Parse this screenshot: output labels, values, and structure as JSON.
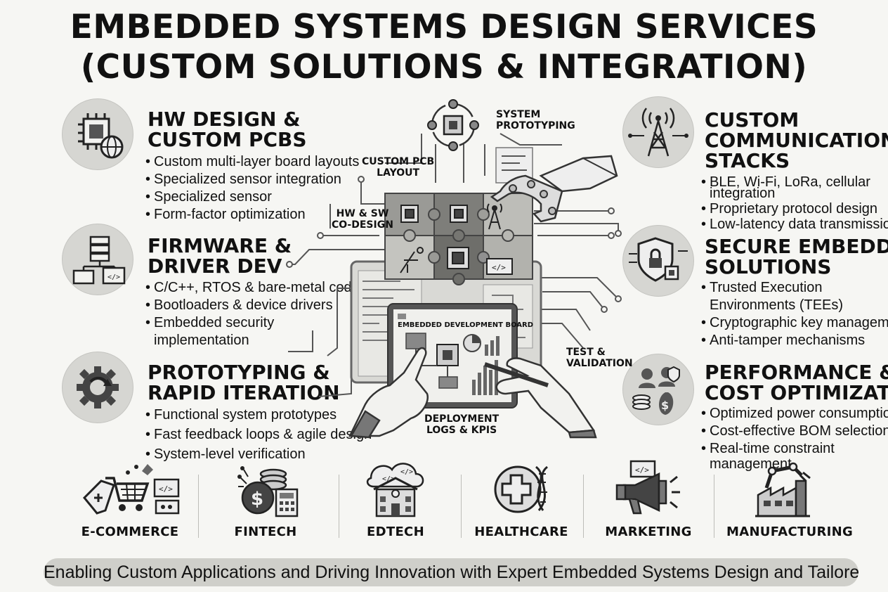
{
  "title": {
    "line1": "EMBEDDED SYSTEMS DESIGN SERVICES",
    "line2": "(CUSTOM SOLUTIONS & INTEGRATION)"
  },
  "left_sections": [
    {
      "icon": "chip-globe-icon",
      "title_lines": [
        "HW DESIGN &",
        "CUSTOM PCBS"
      ],
      "bullets": [
        "Custom multi-layer board layouts",
        "Specialized sensor integration",
        "Specialized sensor",
        "Form-factor optimization"
      ]
    },
    {
      "icon": "server-network-icon",
      "title_lines": [
        "FIRMWARE &",
        "DRIVER DEV"
      ],
      "bullets": [
        "C/C++, RTOS & bare-metal code",
        "Bootloaders & device drivers",
        "Embedded security",
        "implementation"
      ]
    },
    {
      "icon": "gear-refresh-icon",
      "title_lines": [
        "PROTOTYPING &",
        "RAPID ITERATION"
      ],
      "bullets": [
        "Functional system prototypes",
        "Fast feedback loops & agile design",
        "System-level verification"
      ]
    }
  ],
  "right_sections": [
    {
      "icon": "antenna-tower-icon",
      "title_lines": [
        "CUSTOM",
        "COMMUNICATION",
        "STACKS"
      ],
      "bullets": [
        "BLE, Wi-Fi, LoRa, cellular",
        "integration",
        "Proprietary protocol design",
        "Low-latency data transmission"
      ]
    },
    {
      "icon": "shield-lock-icon",
      "title_lines": [
        "SECURE EMBEDDED",
        "SOLUTIONS"
      ],
      "bullets": [
        "Trusted Execution",
        "Environments (TEEs)",
        "Cryptographic key management",
        "Anti-tamper mechanisms"
      ]
    },
    {
      "icon": "people-money-icon",
      "title_lines": [
        "PERFORMANCE &",
        "COST OPTIMIZATION"
      ],
      "bullets": [
        "Optimized power consumption",
        "Cost-effective BOM selection",
        "Real-time constraint",
        "management"
      ]
    }
  ],
  "center_labels": {
    "system_prototyping": [
      "SYSTEM",
      "PROTOTYPING"
    ],
    "custom_pcb_layout": [
      "CUSTOM PCB",
      "LAYOUT"
    ],
    "hw_sw_codesign": [
      "HW & SW",
      "CO-DESIGN"
    ],
    "board_title": "EMBEDDED DEVELOPMENT BOARD",
    "test_validation": [
      "TEST &",
      "VALIDATION"
    ],
    "deployment": [
      "DEPLOYMENT",
      "LOGS & KPIS"
    ]
  },
  "industries": [
    {
      "icon": "shopping-cart-icon",
      "label": "E-COMMERCE"
    },
    {
      "icon": "coins-calculator-icon",
      "label": "FINTECH"
    },
    {
      "icon": "school-building-icon",
      "label": "EDTECH"
    },
    {
      "icon": "medical-dna-icon",
      "label": "HEALTHCARE"
    },
    {
      "icon": "megaphone-icon",
      "label": "MARKETING"
    },
    {
      "icon": "factory-robot-arm-icon",
      "label": "MANUFACTURING"
    }
  ],
  "banner": "Enabling Custom Applications and Driving Innovation with Expert Embedded Systems Design and Tailored Custom Solutions"
}
